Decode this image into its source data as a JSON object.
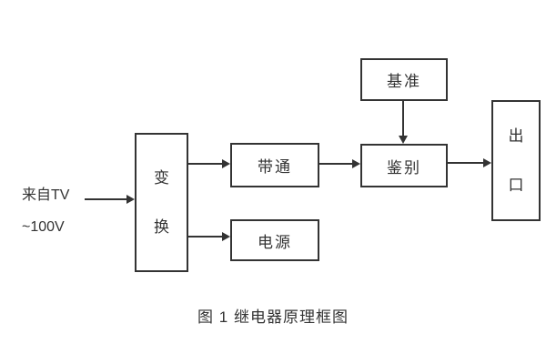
{
  "diagram": {
    "input": {
      "line1": "来自TV",
      "line2": "~100V"
    },
    "blocks": {
      "transform": {
        "label": "变换",
        "chars": [
          "变",
          "换"
        ]
      },
      "bandpass": {
        "label": "带通"
      },
      "power": {
        "label": "电源"
      },
      "reference": {
        "label": "基准"
      },
      "discriminator": {
        "label": "鉴别"
      },
      "output": {
        "label": "出口",
        "chars": [
          "出",
          "口"
        ]
      }
    },
    "caption": "图 1 继电器原理框图",
    "colors": {
      "line": "#333333",
      "text": "#333333",
      "background": "#ffffff"
    }
  }
}
